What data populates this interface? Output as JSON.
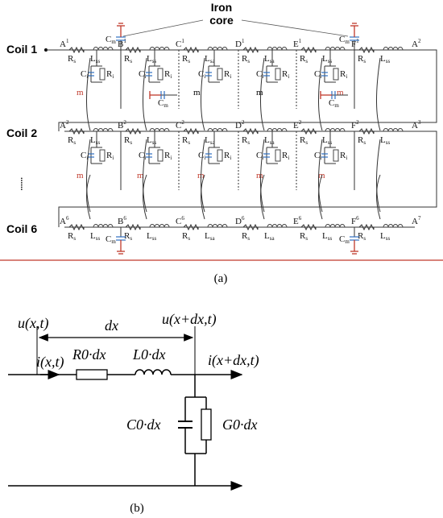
{
  "panel_a": {
    "title": "Iron core",
    "title_line1": "Iron",
    "title_line2": "core",
    "coils": [
      "Coil 1",
      "Coil 2",
      "Coil 6"
    ],
    "ellipsis": "......",
    "caption": "(a)",
    "node_letters": [
      "A",
      "B",
      "C",
      "D",
      "E",
      "F",
      "A"
    ],
    "row_superscripts": [
      "1",
      "2",
      "6"
    ],
    "end_superscripts": [
      "2",
      "3",
      "7"
    ],
    "series_labels": [
      "Rs",
      "Lss",
      "Rs",
      "Lsa",
      "Rs",
      "Lsa",
      "Rs",
      "Lss",
      "Rs",
      "Lss"
    ],
    "shunt_labels": {
      "capacitor": "Ci",
      "resistor": "Ri"
    },
    "mutual": "m",
    "core_cap": "Cm"
  },
  "panel_b": {
    "caption": "(b)",
    "u_left": "u(x,t)",
    "u_right": "u(x+dx,t)",
    "dx": "dx",
    "i_left": "i(x,t)",
    "i_right": "i(x+dx,t)",
    "R": "R0·dx",
    "L": "L0·dx",
    "C": "C0·dx",
    "G": "G0·dx"
  }
}
